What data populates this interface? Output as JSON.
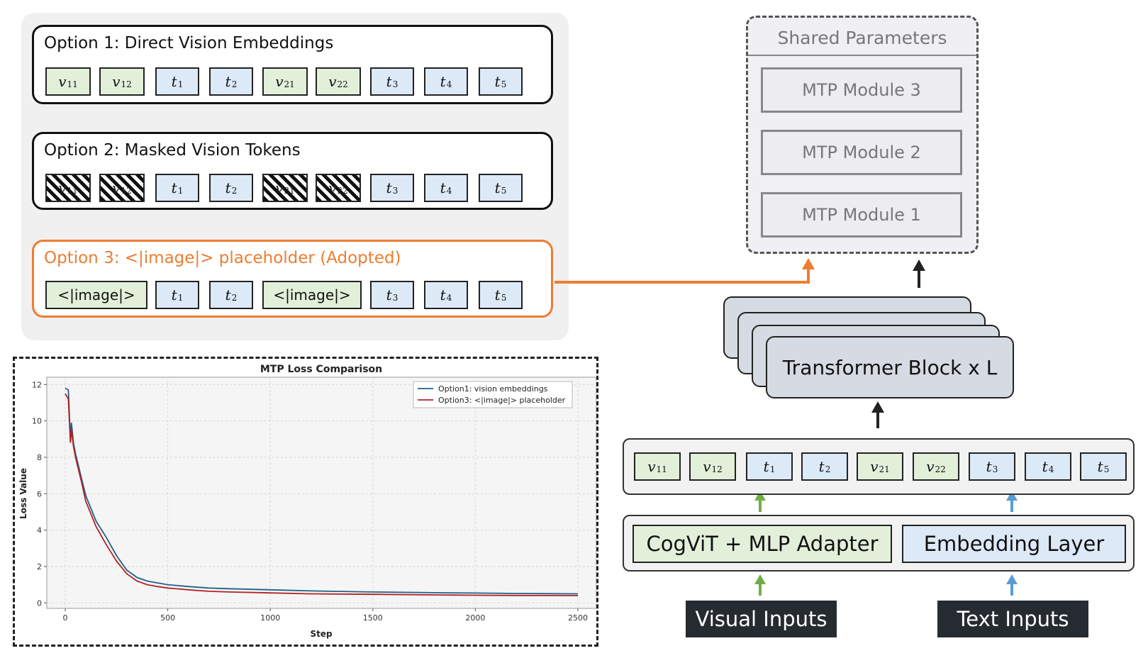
{
  "options": {
    "option1": {
      "title": "Option 1: Direct Vision Embeddings"
    },
    "option2": {
      "title": "Option 2: Masked Vision Tokens"
    },
    "option3": {
      "title": "Option 3: <|image|> placeholder (Adopted)",
      "placeholder_label": "<|image|>"
    }
  },
  "tokens": {
    "v11": {
      "base": "v",
      "sub": "11"
    },
    "v12": {
      "base": "v",
      "sub": "12"
    },
    "v21": {
      "base": "v",
      "sub": "21"
    },
    "v22": {
      "base": "v",
      "sub": "22"
    },
    "t1": {
      "base": "t",
      "sub": "1"
    },
    "t2": {
      "base": "t",
      "sub": "2"
    },
    "t3": {
      "base": "t",
      "sub": "3"
    },
    "t4": {
      "base": "t",
      "sub": "4"
    },
    "t5": {
      "base": "t",
      "sub": "5"
    }
  },
  "architecture": {
    "shared_title": "Shared Parameters",
    "mtp3": "MTP Module 3",
    "mtp2": "MTP Module 2",
    "mtp1": "MTP Module 1",
    "transformer": "Transformer Block x L",
    "vision_encoder": "CogViT  + MLP Adapter",
    "embedding": "Embedding Layer",
    "visual_inputs": "Visual Inputs",
    "text_inputs": "Text Inputs"
  },
  "colors": {
    "vision_green": "#e2f0d9",
    "text_blue": "#dce9f7",
    "adopted_orange": "#ed7d31",
    "arrow_green": "#70ad47",
    "arrow_blue": "#5b9bd5",
    "series1": "#1f5f8b",
    "series2": "#b22222"
  },
  "chart_data": {
    "type": "line",
    "title": "MTP Loss Comparison",
    "xlabel": "Step",
    "ylabel": "Loss Value",
    "xlim": [
      -90,
      2590
    ],
    "ylim": [
      -0.3,
      12.4
    ],
    "xticks": [
      0,
      500,
      1000,
      1500,
      2000,
      2500
    ],
    "yticks": [
      0,
      2,
      4,
      6,
      8,
      10,
      12
    ],
    "grid": true,
    "legend_position": "top-right",
    "series": [
      {
        "name": "Option1: vision embeddings",
        "x": [
          0,
          15,
          25,
          30,
          40,
          50,
          80,
          100,
          150,
          200,
          250,
          300,
          350,
          400,
          450,
          500,
          600,
          700,
          800,
          1000,
          1200,
          1500,
          1800,
          2000,
          2200,
          2500
        ],
        "y": [
          11.8,
          11.7,
          9.0,
          9.9,
          8.8,
          8.2,
          6.8,
          5.9,
          4.5,
          3.6,
          2.6,
          1.8,
          1.4,
          1.2,
          1.1,
          1.0,
          0.9,
          0.82,
          0.78,
          0.72,
          0.66,
          0.6,
          0.56,
          0.54,
          0.52,
          0.5
        ]
      },
      {
        "name": "Option3: <|image|> placeholder",
        "x": [
          0,
          15,
          25,
          30,
          40,
          50,
          80,
          100,
          150,
          200,
          250,
          300,
          350,
          400,
          450,
          500,
          600,
          700,
          800,
          1000,
          1200,
          1500,
          1800,
          2000,
          2200,
          2500
        ],
        "y": [
          11.5,
          11.2,
          8.8,
          9.5,
          8.6,
          8.0,
          6.6,
          5.6,
          4.2,
          3.2,
          2.3,
          1.6,
          1.2,
          1.0,
          0.9,
          0.82,
          0.72,
          0.64,
          0.6,
          0.55,
          0.5,
          0.47,
          0.44,
          0.42,
          0.41,
          0.4
        ]
      }
    ]
  }
}
